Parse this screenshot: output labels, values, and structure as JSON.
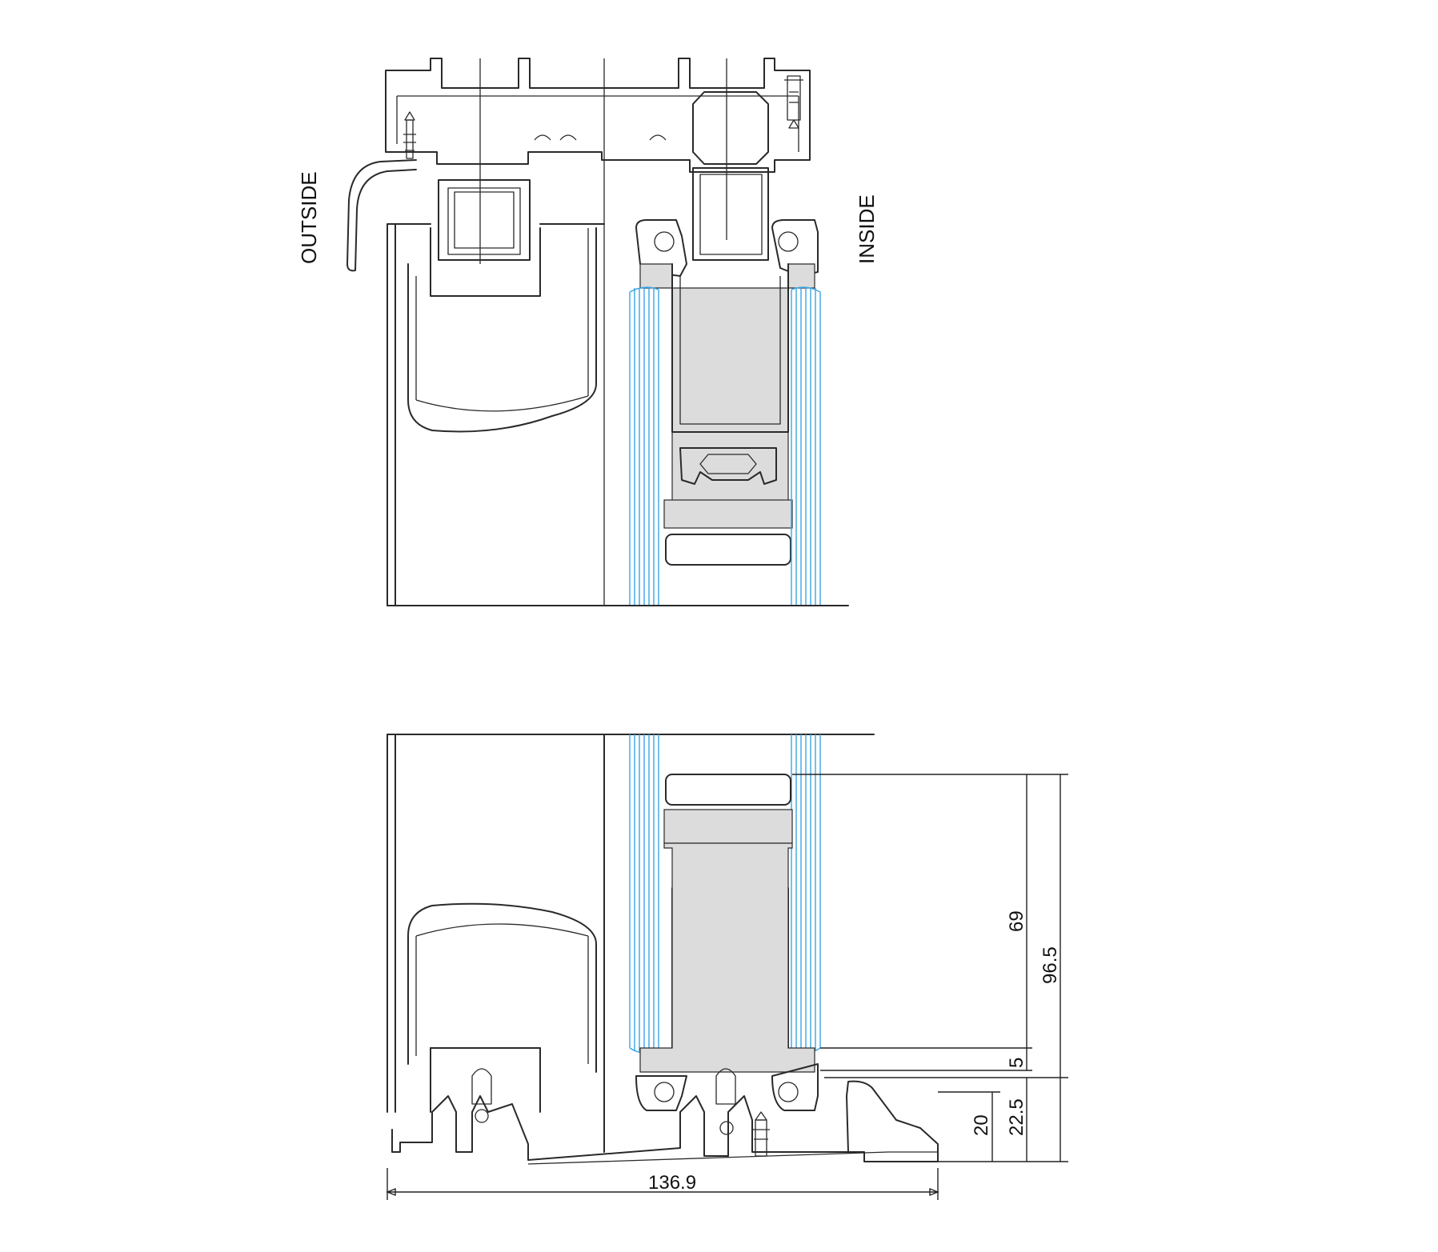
{
  "labels": {
    "outside": "OUTSIDE",
    "inside": "INSIDE"
  },
  "dimensions": {
    "overall_width": "136.9",
    "glass_height": "69",
    "total_height": "96.5",
    "gap": "5",
    "sill_height": "20",
    "frame_height": "22.5"
  },
  "colors": {
    "line": "#2a2a2a",
    "glass": "#3aa5e6",
    "gasket_fill": "#dcdcdc"
  }
}
